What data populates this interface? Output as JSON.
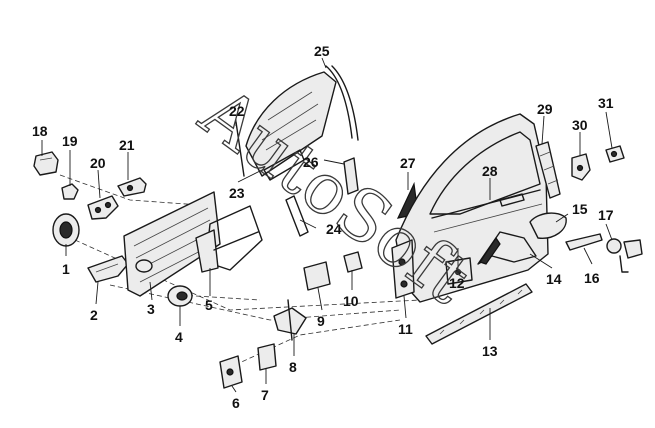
{
  "watermark": "AutoSoft",
  "callouts": [
    "1",
    "2",
    "3",
    "4",
    "5",
    "6",
    "7",
    "8",
    "9",
    "10",
    "11",
    "12",
    "13",
    "14",
    "15",
    "16",
    "17",
    "18",
    "19",
    "20",
    "21",
    "22",
    "23",
    "24",
    "25",
    "26",
    "27",
    "28",
    "29",
    "30",
    "31"
  ]
}
